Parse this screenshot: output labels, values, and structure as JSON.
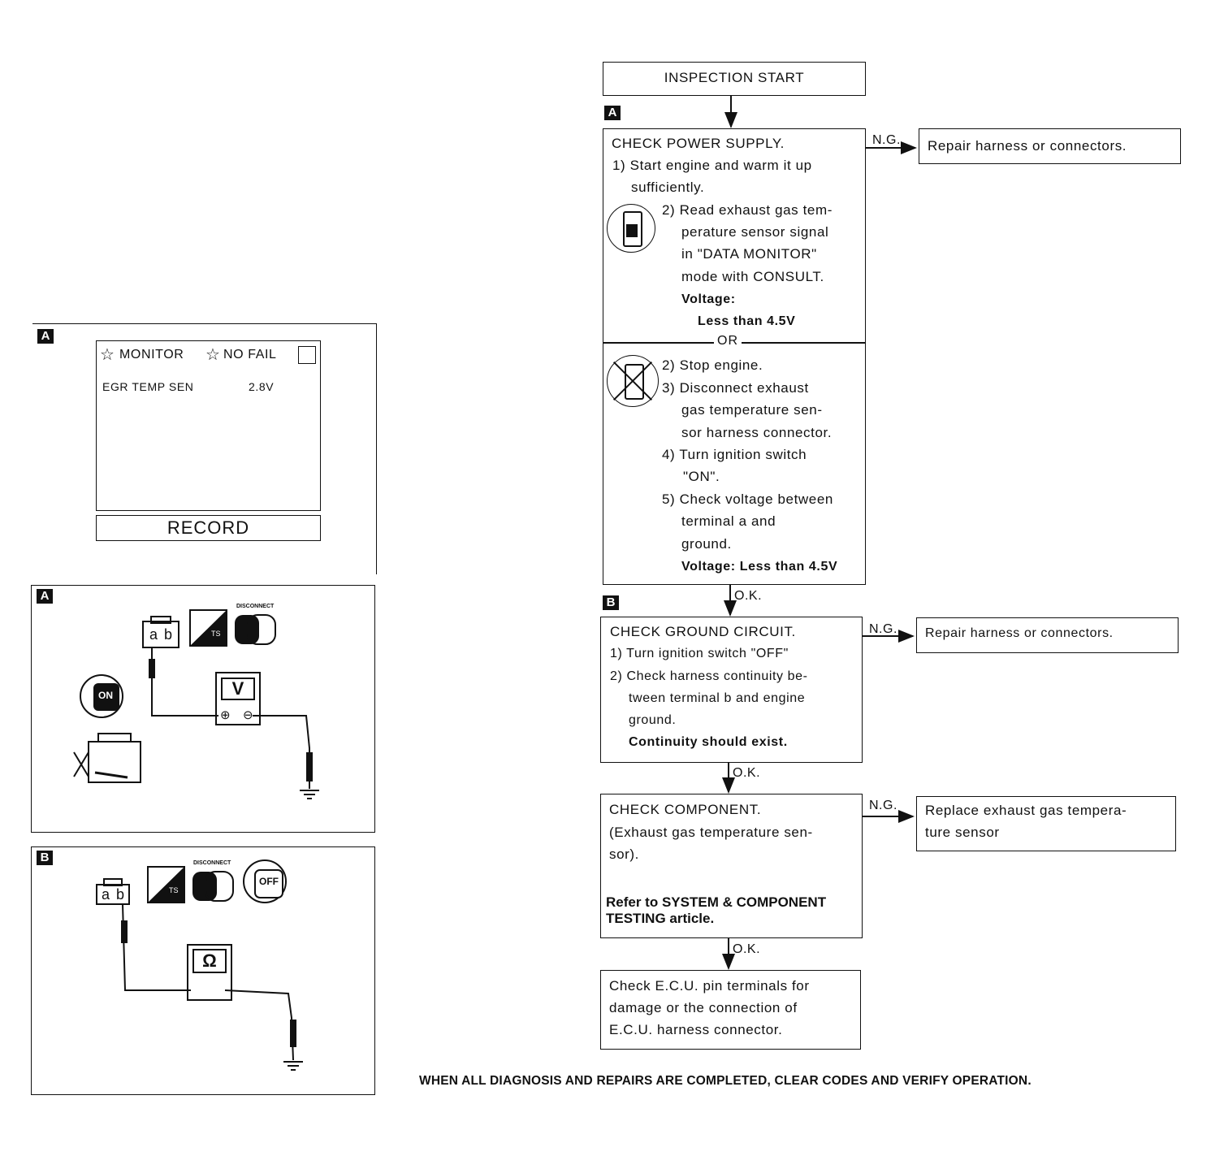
{
  "flow": {
    "start": "INSPECTION START",
    "step_a": {
      "tag": "A",
      "title": "CHECK POWER SUPPLY.",
      "l1": "1) Start engine and warm it up",
      "l2": "sufficiently.",
      "c1": "2) Read exhaust gas tem-",
      "c2": "perature sensor signal",
      "c3": "in \"DATA MONITOR\"",
      "c4": "mode with CONSULT.",
      "voltage_label": "Voltage:",
      "voltage_value": "Less than 4.5V",
      "or": "OR",
      "d1": "2) Stop engine.",
      "d2": "3) Disconnect exhaust",
      "d3": "gas temperature sen-",
      "d4": "sor harness connector.",
      "d5": "4) Turn ignition switch",
      "d6": "\"ON\".",
      "d7": "5) Check voltage between",
      "d8": "terminal a and",
      "d9": "ground.",
      "voltage2": "Voltage: Less than 4.5V",
      "ng": "N.G.",
      "ng_action": "Repair harness or connectors.",
      "ok": "O.K."
    },
    "step_b": {
      "tag": "B",
      "title": "CHECK GROUND CIRCUIT.",
      "l1": "1) Turn ignition switch \"OFF\"",
      "l2": "2) Check harness continuity be-",
      "l3": "tween terminal b and engine",
      "l4": "ground.",
      "l5": "Continuity should exist.",
      "ng": "N.G.",
      "ng_action": "Repair harness or connectors.",
      "ok": "O.K."
    },
    "step_c": {
      "title": "CHECK COMPONENT.",
      "l1": "(Exhaust gas temperature sen-",
      "l2": "sor).",
      "r1": "Refer to SYSTEM & COMPONENT",
      "r2": "TESTING article.",
      "ng": "N.G.",
      "ng_action1": "Replace exhaust gas tempera-",
      "ng_action2": "ture sensor",
      "ok": "O.K."
    },
    "final": {
      "l1": "Check E.C.U. pin terminals for",
      "l2": "damage or the connection of",
      "l3": "E.C.U. harness connector."
    },
    "footer": "WHEN ALL DIAGNOSIS AND REPAIRS ARE COMPLETED, CLEAR CODES AND VERIFY OPERATION."
  },
  "panel_a1": {
    "tag": "A",
    "monitor": "MONITOR",
    "no_fail": "NO FAIL",
    "sensor": "EGR TEMP SEN",
    "value": "2.8V",
    "record": "RECORD"
  },
  "panel_a2": {
    "tag": "A",
    "terminal_a": "a",
    "terminal_b": "b",
    "meter": "V",
    "switch": "ON",
    "ts": "TS",
    "disconnect": "DISCONNECT"
  },
  "panel_b": {
    "tag": "B",
    "terminal_a": "a",
    "terminal_b": "b",
    "meter": "Ω",
    "switch": "OFF",
    "ts": "TS",
    "disconnect": "DISCONNECT"
  }
}
